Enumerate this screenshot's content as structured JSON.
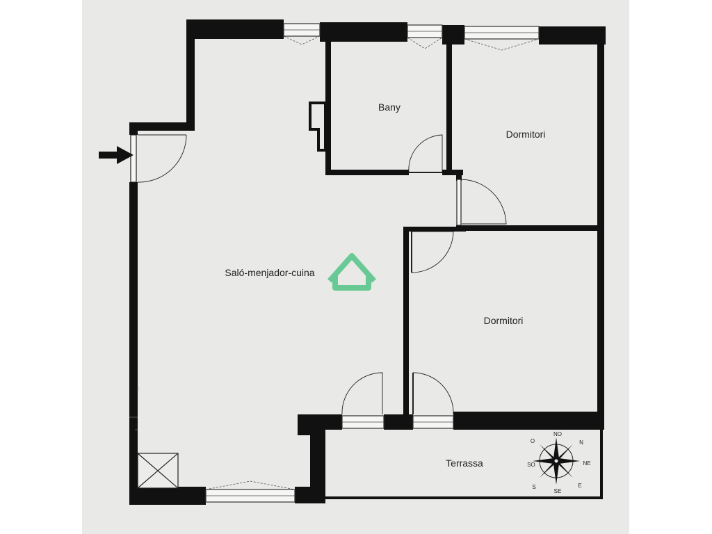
{
  "rooms": {
    "bany": "Bany",
    "dormitori_top": "Dormitori",
    "salo": "Saló-menjador-cuina",
    "dormitori_bottom": "Dormitori",
    "terrassa": "Terrassa"
  },
  "compass": {
    "n": "N",
    "ne": "NE",
    "e": "E",
    "se": "SE",
    "s": "S",
    "so": "SO",
    "o": "O",
    "no": "NO"
  },
  "colors": {
    "wall": "#111111",
    "paper": "#e9e9e7",
    "logo": "#3fbf7a"
  }
}
